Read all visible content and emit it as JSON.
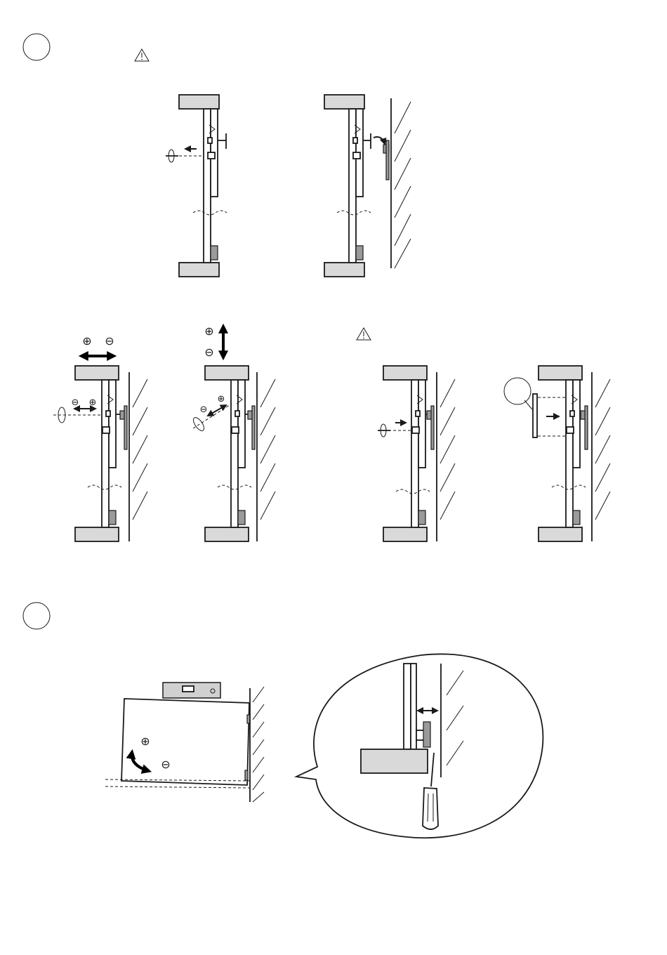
{
  "step_markers": [
    {
      "label": ""
    },
    {
      "label": ""
    }
  ],
  "warning_symbols": [
    "warning-icon",
    "warning-icon"
  ],
  "adjust_symbols": {
    "plus": "⊕",
    "minus": "⊖"
  },
  "sections": {
    "top": {
      "panels": [
        "remove-screw",
        "hang-on-wall"
      ]
    },
    "middle": {
      "panels": [
        "horizontal-adjust",
        "vertical-adjust",
        "fix-screw",
        "detail-zoom"
      ]
    },
    "bottom": {
      "panels": [
        "level-check",
        "spacing-detail"
      ]
    }
  },
  "colors": {
    "line": "#1a1a1a",
    "panel_fill": "#d9d9d9",
    "bracket_fill": "#9a9a9a",
    "level_fill": "#d0d0d0"
  }
}
